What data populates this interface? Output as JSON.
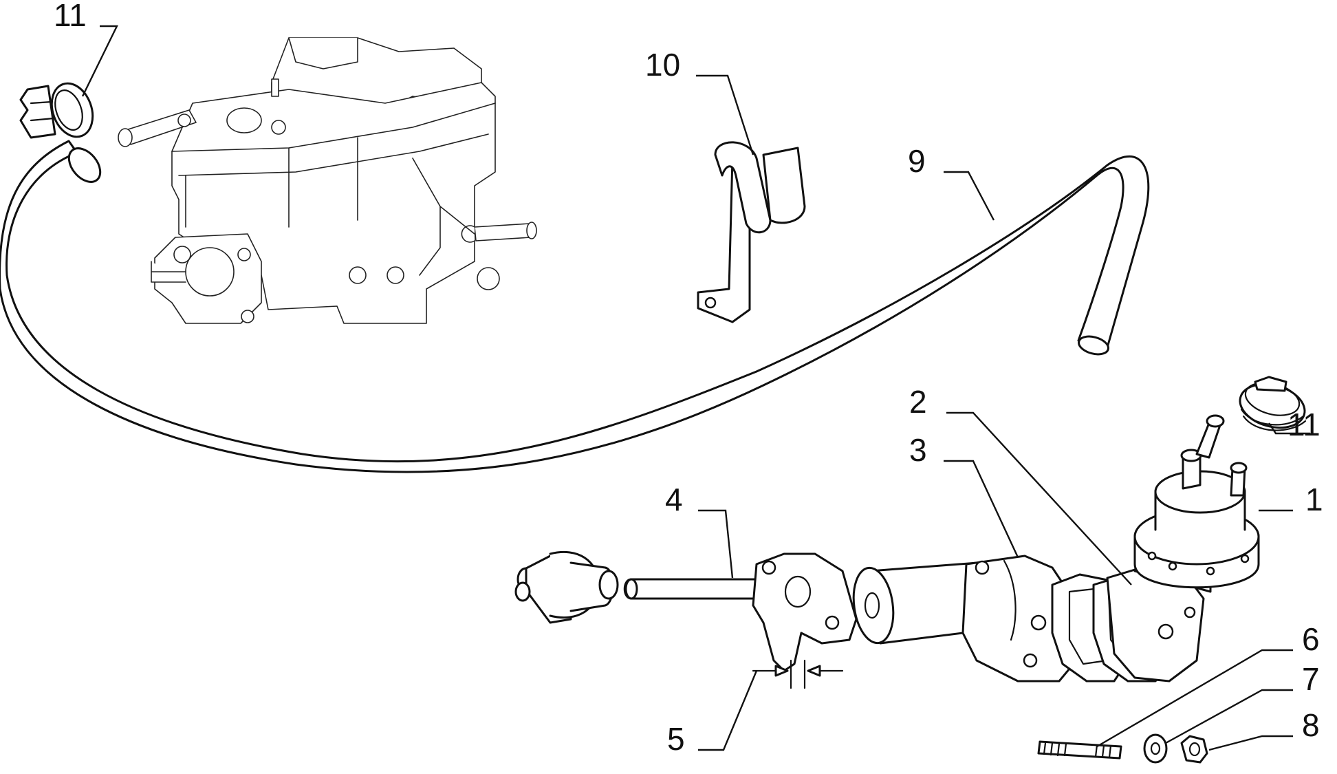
{
  "callouts": {
    "c1": "1",
    "c2": "2",
    "c3": "3",
    "c4": "4",
    "c5": "5",
    "c6": "6",
    "c7": "7",
    "c8": "8",
    "c9": "9",
    "c10": "10",
    "c11_left": "11",
    "c11_right": "11"
  },
  "colors": {
    "line": "#111111",
    "background": "#ffffff"
  }
}
